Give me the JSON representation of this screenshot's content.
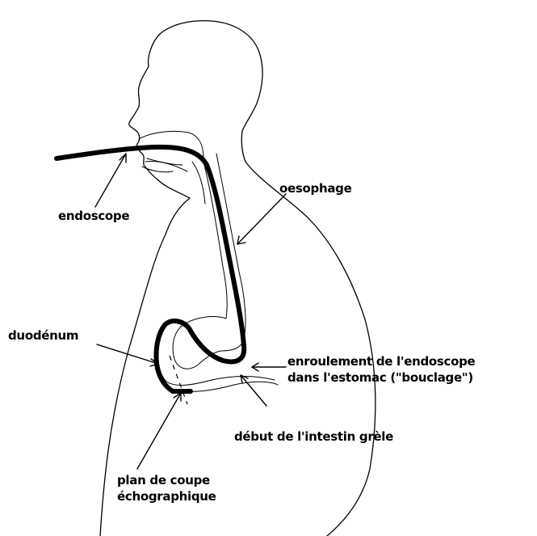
{
  "labels": {
    "endoscope": "endoscope",
    "oesophage": "oesophage",
    "duodenum": "duodénum",
    "enroulement_line1": "enroulement de l'endoscope",
    "enroulement_line2": "dans l'estomac (\"bouclage\")",
    "debut_intestin": "début de l'intestin grèle",
    "plan_line1": "plan de coupe",
    "plan_line2": "échographique"
  },
  "colors": {
    "ink": "#000000",
    "background": "#ffffff"
  }
}
